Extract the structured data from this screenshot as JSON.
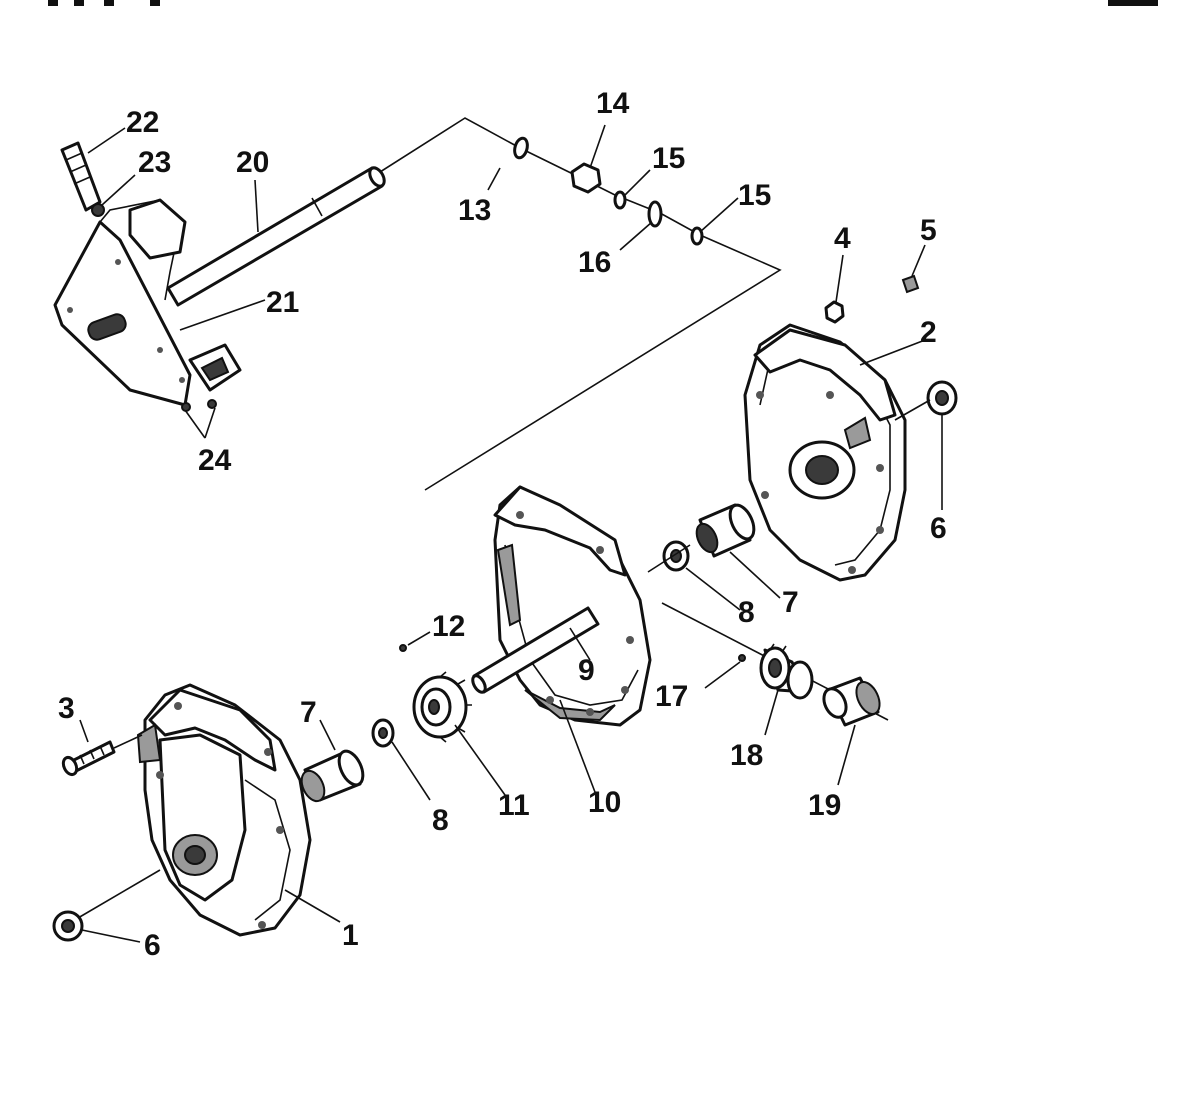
{
  "callouts": {
    "c1": "1",
    "c2": "2",
    "c3": "3",
    "c4": "4",
    "c5": "5",
    "c6a": "6",
    "c6b": "6",
    "c7a": "7",
    "c7b": "7",
    "c8a": "8",
    "c8b": "8",
    "c9": "9",
    "c10": "10",
    "c11": "11",
    "c12": "12",
    "c13": "13",
    "c14": "14",
    "c15a": "15",
    "c15b": "15",
    "c16": "16",
    "c17": "17",
    "c18": "18",
    "c19": "19",
    "c20": "20",
    "c21": "21",
    "c22": "22",
    "c23": "23",
    "c24": "24"
  }
}
